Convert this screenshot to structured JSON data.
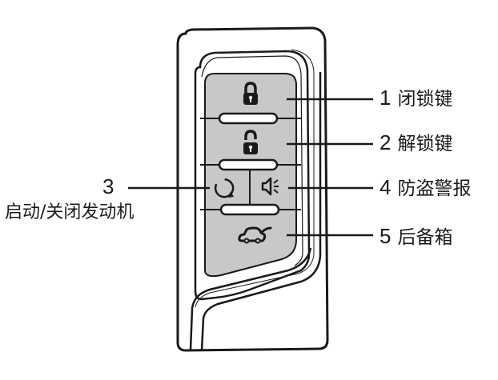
{
  "diagram": {
    "subject": "car key fob",
    "buttons": [
      {
        "number": "1",
        "label": "闭锁键",
        "icon": "lock-closed-icon"
      },
      {
        "number": "2",
        "label": "解锁键",
        "icon": "lock-open-icon"
      },
      {
        "number": "3",
        "label": "启动/关闭发动机",
        "icon": "power-cycle-icon"
      },
      {
        "number": "4",
        "label": "防盗警报",
        "icon": "horn-speaker-icon"
      },
      {
        "number": "5",
        "label": "后备箱",
        "icon": "car-trunk-icon"
      }
    ],
    "colors": {
      "outline": "#1a1a1a",
      "button_panel": "#c8c8c8",
      "background": "#ffffff"
    }
  }
}
